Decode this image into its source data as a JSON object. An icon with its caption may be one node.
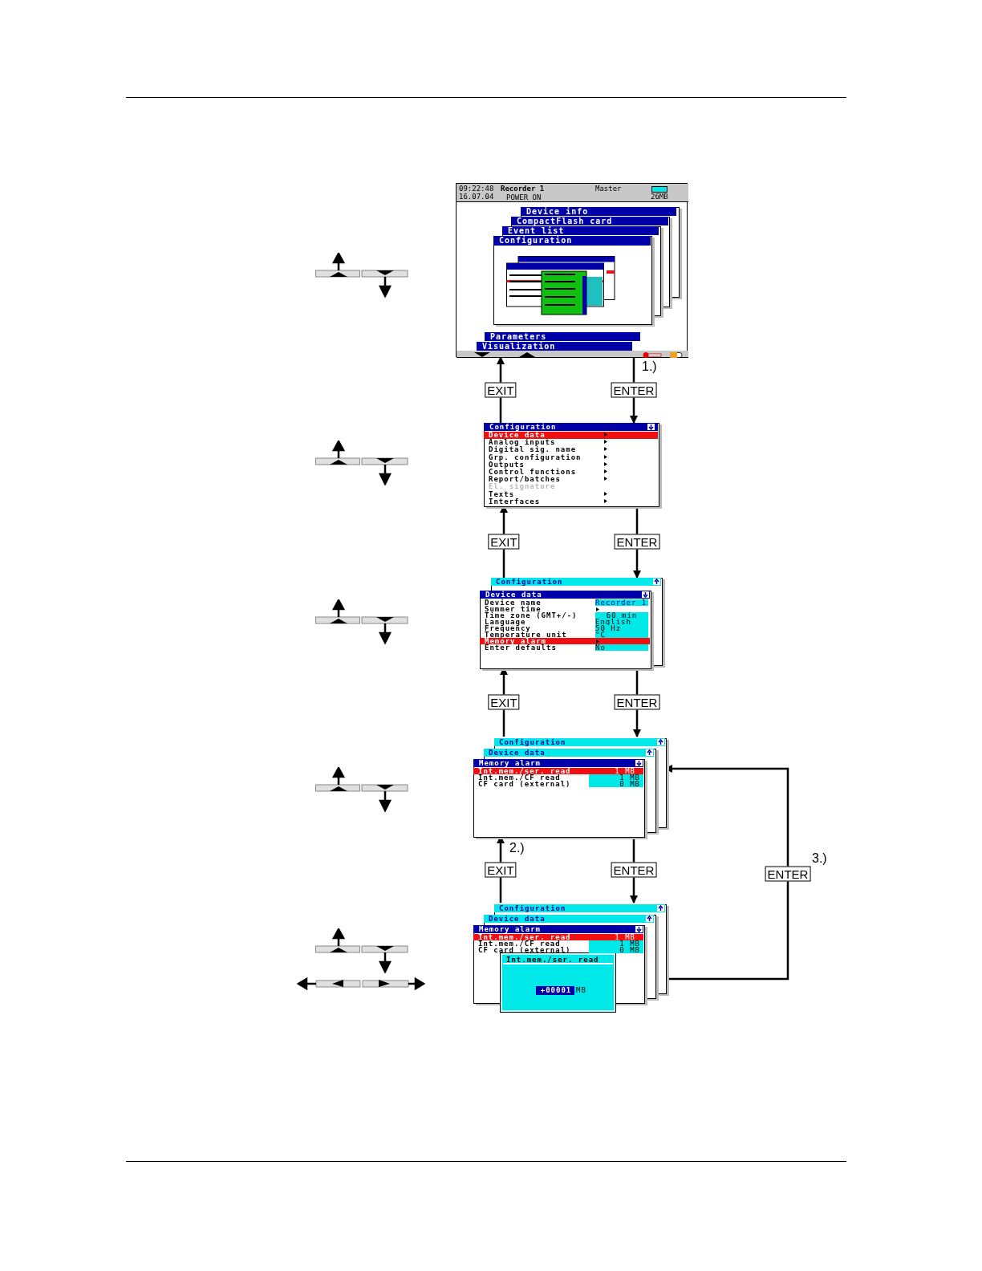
{
  "diagram": {
    "nodes": [
      {
        "text": [
          "09:22:48",
          "16.07.04",
          "Recorder 1",
          "Master",
          "POWER ON",
          "26MB",
          "Device info",
          "CompactFlash card",
          "Event list",
          "Configuration",
          "Parameters",
          "Visualization"
        ]
      },
      {
        "text": [
          "Configuration",
          "Device data",
          "Analog inputs",
          "Digital sig. name",
          "Grp. configuration",
          "Outputs",
          "Control functions",
          "Report/batches",
          "El. signature",
          "Texts",
          "Interfaces"
        ]
      },
      {
        "text": [
          "Configuration",
          "Device data",
          "Device name",
          "Recorder 1",
          "Summer time",
          "Time zone (GMT+/-)",
          "60 min",
          "Language",
          "English",
          "Frequency",
          "50 Hz",
          "Temperature unit",
          "°C",
          "Memory alarm",
          "Enter defaults",
          "No"
        ]
      },
      {
        "text": [
          "Configuration",
          "Device data",
          "Memory alarm",
          "Int.mem./ser. read",
          "1 MB",
          "Int.mem./CF read",
          "1 MB",
          "CF card (external)",
          "0 MB"
        ]
      },
      {
        "text": [
          "Configuration",
          "Device data",
          "Memory alarm",
          "Int.mem./ser. read",
          "1 MB",
          "Int.mem./CF read",
          "1 MB",
          "CF card (external)",
          "0 MB",
          "Int.mem./ser. read",
          "+00001",
          "MB"
        ]
      }
    ],
    "edges": [
      {
        "from": 0,
        "to": 1,
        "arrow": "to",
        "label": "ENTER"
      },
      {
        "from": 1,
        "to": 0,
        "arrow": "to",
        "label": "EXIT"
      },
      {
        "from": 1,
        "to": 2,
        "arrow": "to",
        "label": "ENTER"
      },
      {
        "from": 2,
        "to": 1,
        "arrow": "to",
        "label": "EXIT"
      },
      {
        "from": 2,
        "to": 3,
        "arrow": "to",
        "label": "ENTER"
      },
      {
        "from": 3,
        "to": 2,
        "arrow": "to",
        "label": "EXIT"
      },
      {
        "from": 3,
        "to": 4,
        "arrow": "to",
        "label": "ENTER"
      },
      {
        "from": 4,
        "to": 3,
        "arrow": "to",
        "label": "EXIT"
      },
      {
        "from": 4,
        "to": 3,
        "arrow": "to",
        "label": "ENTER"
      }
    ],
    "labels": [
      "1.)",
      "2.)",
      "3.)"
    ]
  }
}
